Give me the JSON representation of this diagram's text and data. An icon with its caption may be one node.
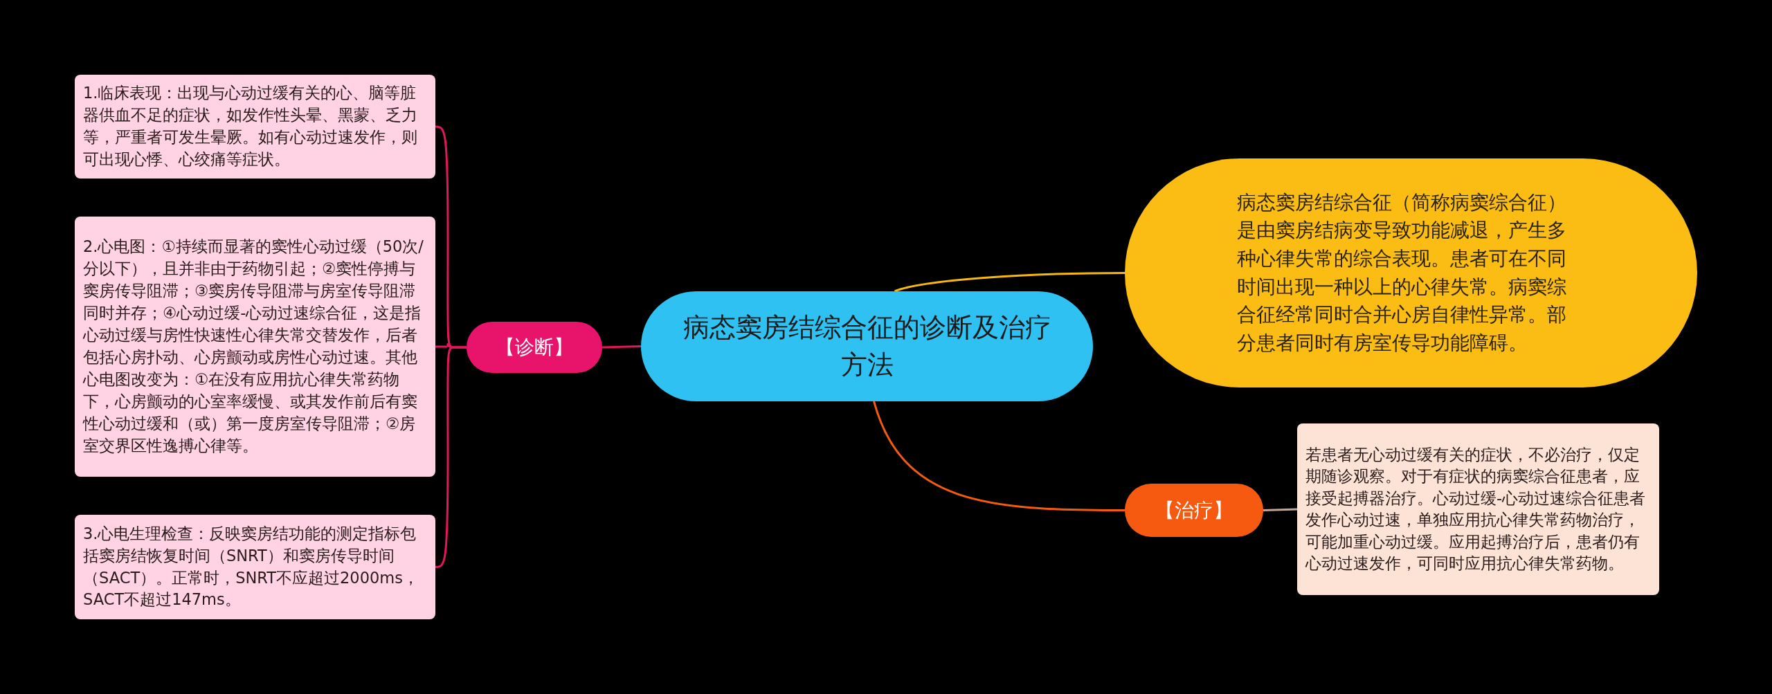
{
  "diagram": {
    "nodes": [
      {
        "text": [
          "病态窦房结综合征的诊断及治疗方法"
        ]
      },
      {
        "text": [
          "【诊断】"
        ]
      },
      {
        "text": [
          "1.临床表现：出现与心动过缓有关的心、脑等脏器供血不足的症状，如发作性头晕、黑蒙、乏力等，严重者可发生晕厥。如有心动过速发作，则可出现心悸、心绞痛等症状。"
        ]
      },
      {
        "text": [
          "2.心电图：①持续而显著的窦性心动过缓（50次/分以下），且并非由于药物引起；②窦性停搏与窦房传导阻滞；③窦房传导阻滞与房室传导阻滞同时并存；④心动过缓-心动过速综合征，这是指心动过缓与房性快速性心律失常交替发作，后者包括心房扑动、心房颤动或房性心动过速。其他心电图改变为：①在没有应用抗心律失常药物下，心房颤动的心室率缓慢、或其发作前后有窦性心动过缓和（或）第一度房室传导阻滞；②房室交界区性逸搏心律等。"
        ]
      },
      {
        "text": [
          "3.心电生理检查：反映窦房结功能的测定指标包括窦房结恢复时间（SNRT）和窦房传导时间（SACT）。正常时，SNRT不应超过2000ms，SACT不超过147ms。"
        ]
      },
      {
        "text": [
          "病态窦房结综合征（简称病窦综合征）是由窦房结病变导致功能减退，产生多种心律失常的综合表现。患者可在不同时间出现一种以上的心律失常。病窦综合征经常同时合并心房自律性异常。部分患者同时有房室传导功能障碍。"
        ]
      },
      {
        "text": [
          "【治疗】"
        ]
      },
      {
        "text": [
          "若患者无心动过缓有关的症状，不必治疗，仅定期随诊观察。对于有症状的病窦综合征患者，应接受起搏器治疗。心动过缓-心动过速综合征患者发作心动过速，单独应用抗心律失常药物治疗，可能加重心动过缓。应用起搏治疗后，患者仍有心动过速发作，可同时应用抗心律失常药物。"
        ]
      }
    ],
    "edges": [
      {
        "from": 0,
        "to": 1,
        "arrow": "none",
        "color": "#e3165f"
      },
      {
        "from": 1,
        "to": 2,
        "arrow": "none",
        "color": "#e3165f"
      },
      {
        "from": 1,
        "to": 3,
        "arrow": "none",
        "color": "#e3165f"
      },
      {
        "from": 1,
        "to": 4,
        "arrow": "none",
        "color": "#e3165f"
      },
      {
        "from": 0,
        "to": 5,
        "arrow": "none",
        "color": "#f5b80f"
      },
      {
        "from": 0,
        "to": 6,
        "arrow": "none",
        "color": "#f45a12"
      },
      {
        "from": 6,
        "to": 7,
        "arrow": "none",
        "color": "#c9a597"
      }
    ]
  }
}
